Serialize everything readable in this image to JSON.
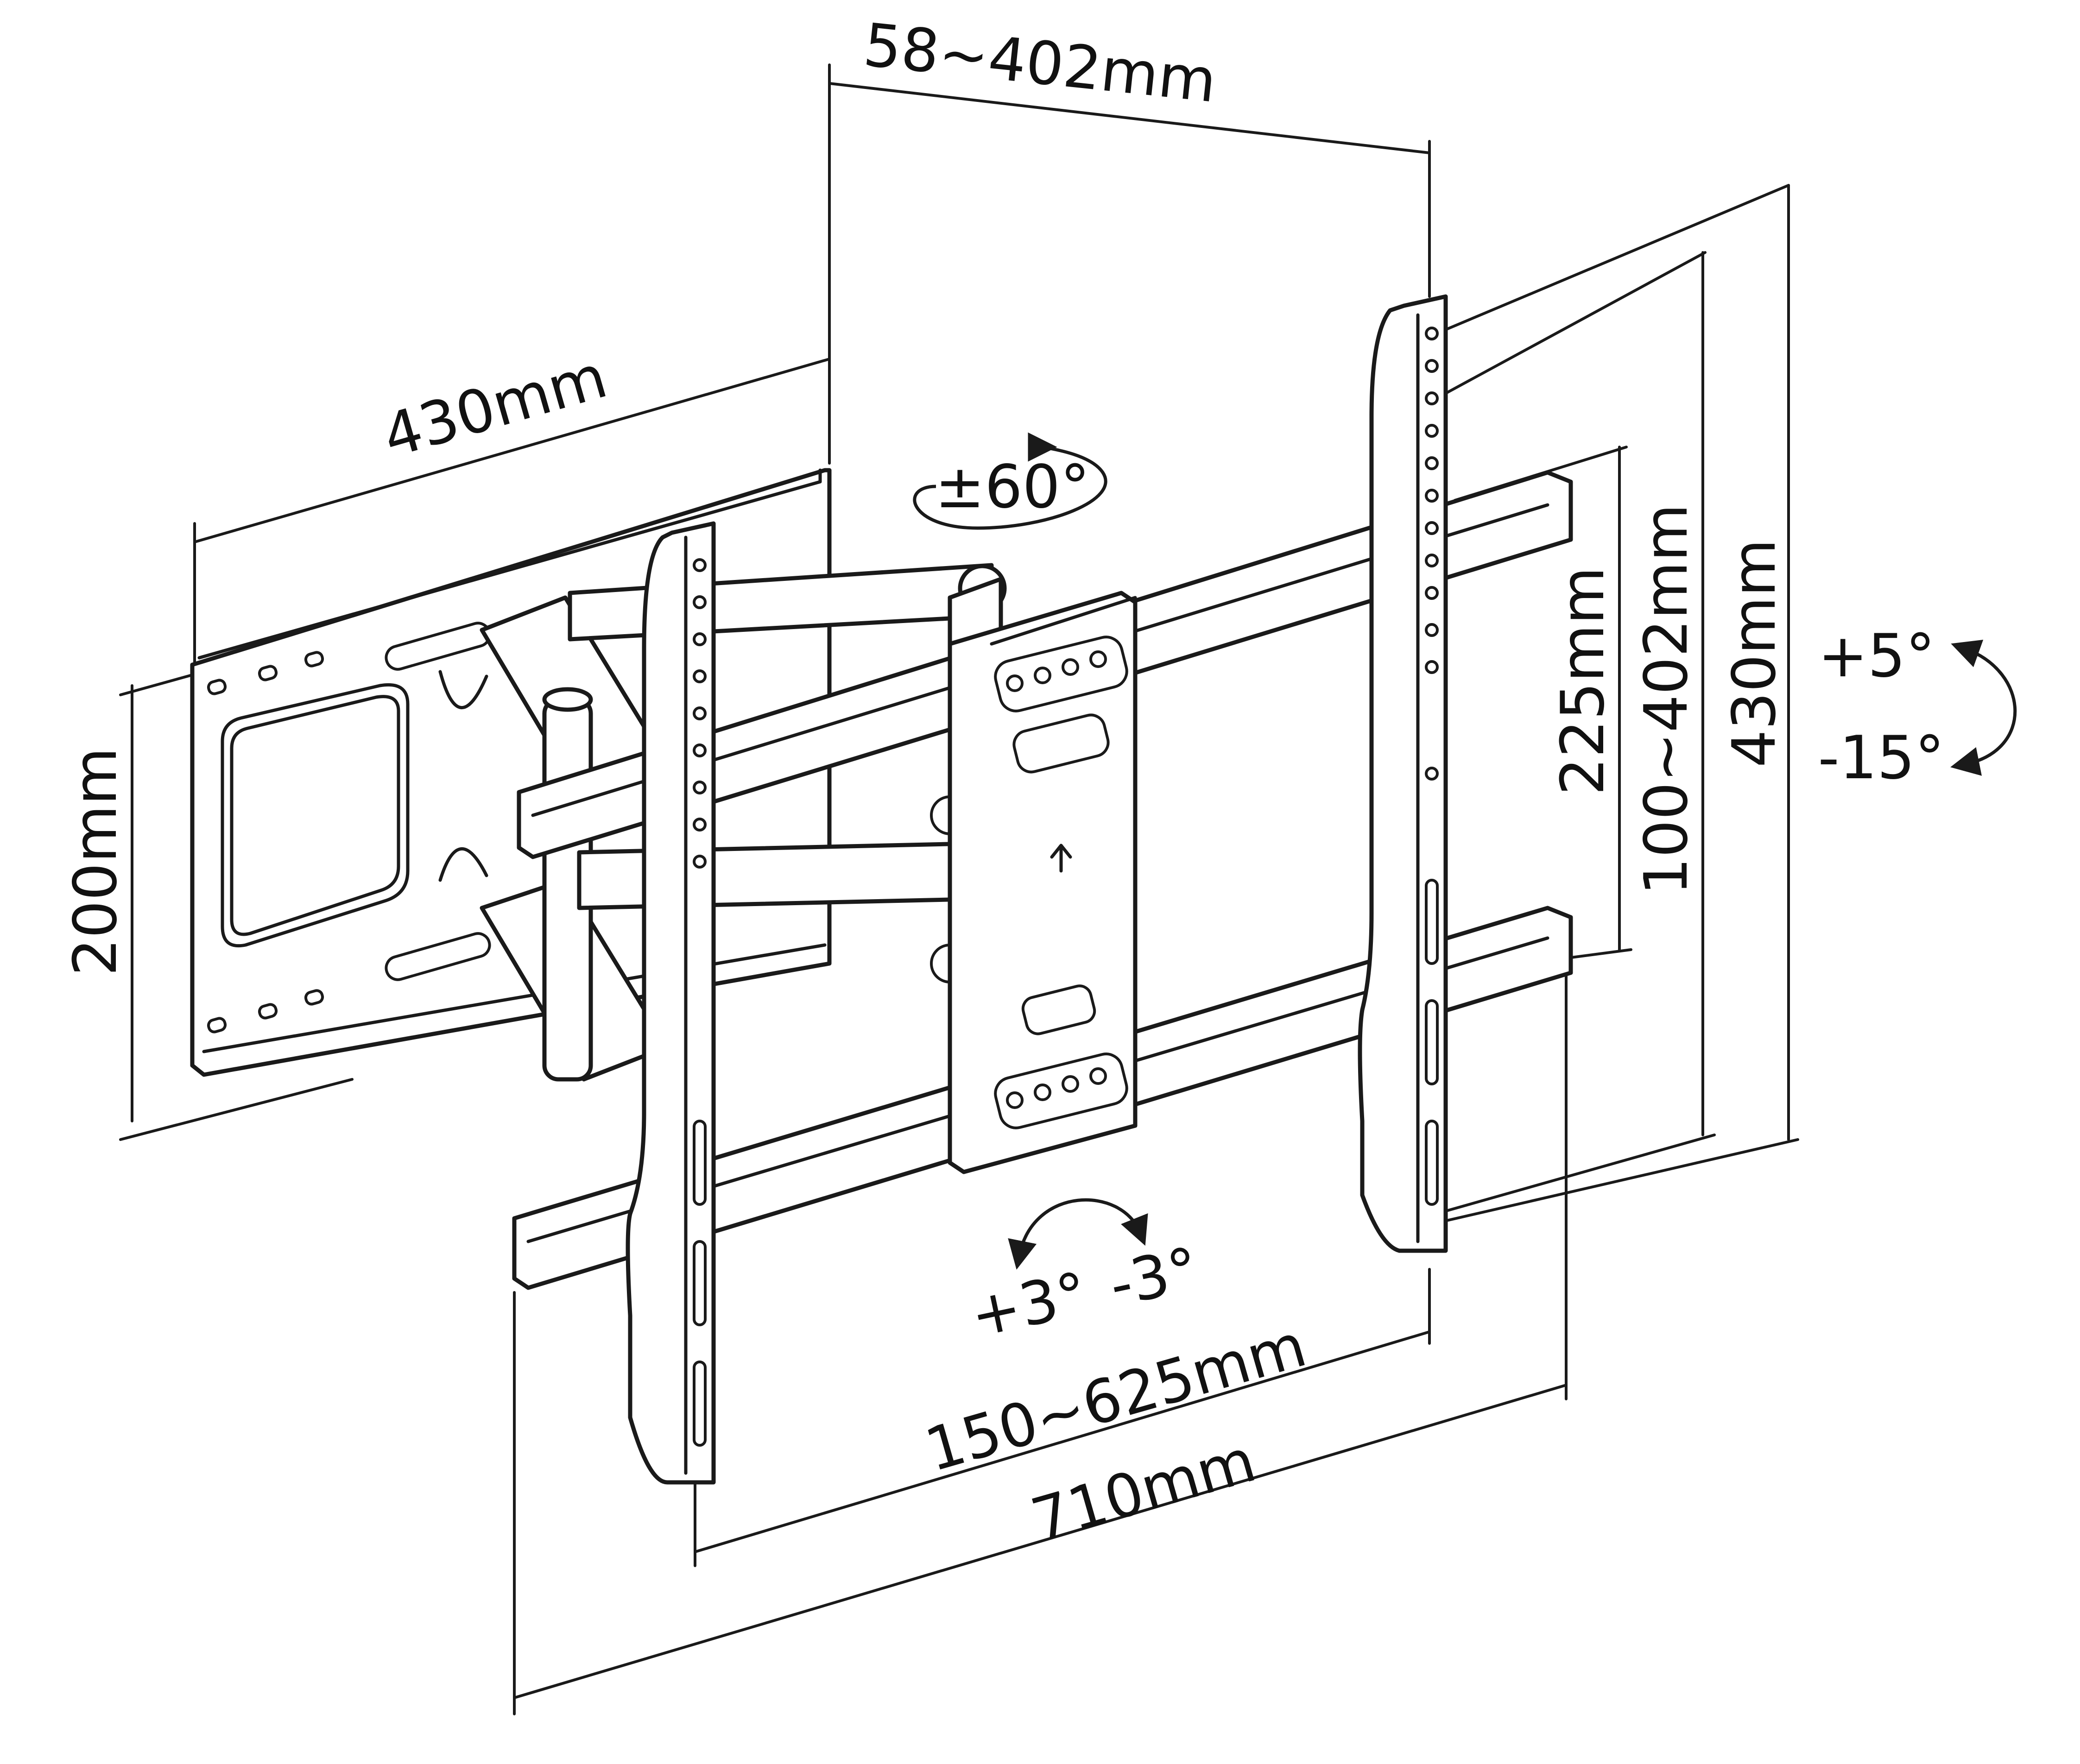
{
  "dimensions": {
    "top_span": "58~402mm",
    "arm_length": "430mm",
    "wall_plate_height": "200mm",
    "inner_height": "225mm",
    "bracket_height_range": "100~402mm",
    "bracket_height": "430mm",
    "horizontal_range": "150~625mm",
    "total_width": "710mm"
  },
  "angles": {
    "swivel": "±60°",
    "tilt_up": "+5°",
    "tilt_down": "-15°",
    "level_plus": "+3°",
    "level_minus": "-3°"
  }
}
